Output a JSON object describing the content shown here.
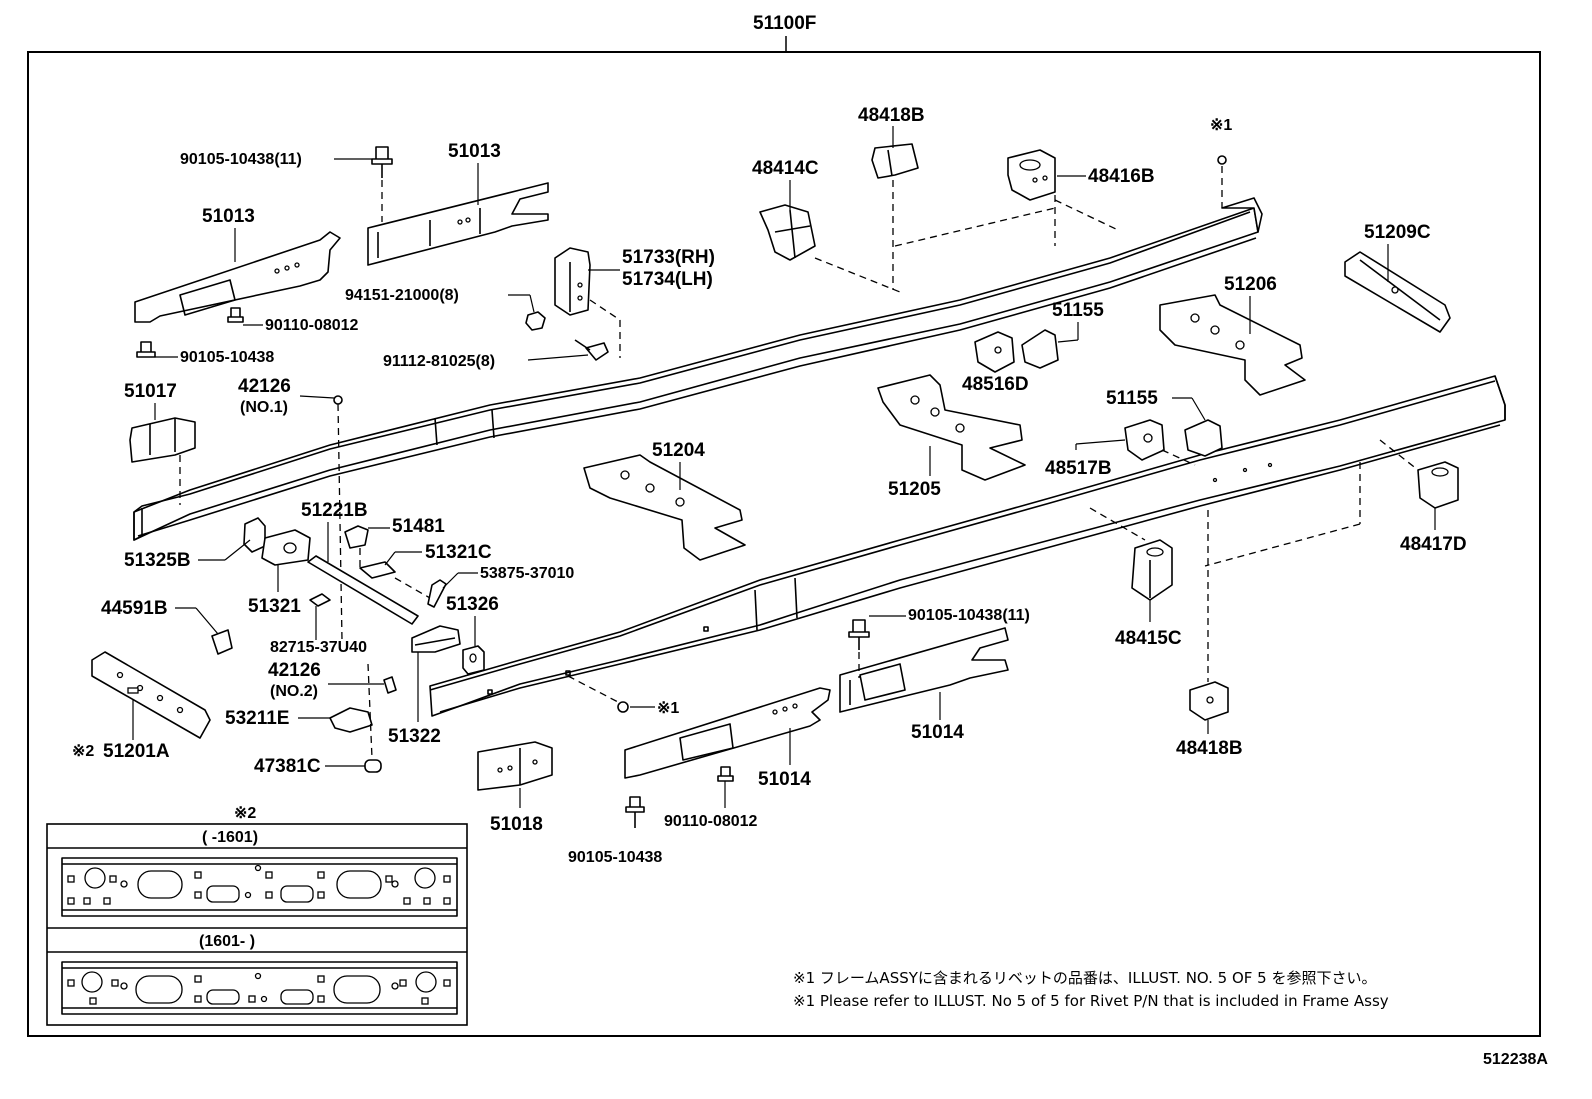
{
  "assembly_label": "51100F",
  "figure_id": "512238A",
  "parts": {
    "p51013_upper": "51013",
    "p51013_left": "51013",
    "p90105_10438_11_top": "90105-10438(11)",
    "p90110_08012_left": "90110-08012",
    "p90105_10438_left": "90105-10438",
    "p48418B_top": "48418B",
    "p48414C": "48414C",
    "p48416B": "48416B",
    "mark1_top": "※1",
    "p51209C": "51209C",
    "p51733": "51733(RH)",
    "p51734": "51734(LH)",
    "p94151": "94151-21000(8)",
    "p91112": "91112-81025(8)",
    "p51206": "51206",
    "p51155_a": "51155",
    "p48516D": "48516D",
    "p51017": "51017",
    "p42126_no1": "42126",
    "p42126_no1_sub": "(NO.1)",
    "p51155_b": "51155",
    "p48517B": "48517B",
    "p51205": "51205",
    "p51204": "51204",
    "p51221B": "51221B",
    "p51481": "51481",
    "p51325B": "51325B",
    "p51321C": "51321C",
    "p53875": "53875-37010",
    "p51321": "51321",
    "p44591B": "44591B",
    "p51326": "51326",
    "p82715": "82715-37U40",
    "p42126_no2": "42126",
    "p42126_no2_sub": "(NO.2)",
    "p53211E": "53211E",
    "p51322": "51322",
    "p47381C": "47381C",
    "p51201A": "51201A",
    "mark2_51201A": "※2",
    "mark1_rivet": "※1",
    "p90105_10438_11_right": "90105-10438(11)",
    "p51014_right": "51014",
    "p51014_lower": "51014",
    "p90110_08012_lower": "90110-08012",
    "p90105_10438_lower": "90105-10438",
    "p51018": "51018",
    "p48417D": "48417D",
    "p48415C": "48415C",
    "p48418B_bottom": "48418B"
  },
  "inset": {
    "mark": "※2",
    "panel1_label": "(       -1601)",
    "panel2_label": "(1601-       )"
  },
  "notes": {
    "jp": "※1 フレームASSYに含まれるリベットの品番は、ILLUST. NO. 5  OF  5  を参照下さい。",
    "en": "※1 Please refer to ILLUST. No 5 of 5 for Rivet P/N that is included in Frame Assy"
  }
}
